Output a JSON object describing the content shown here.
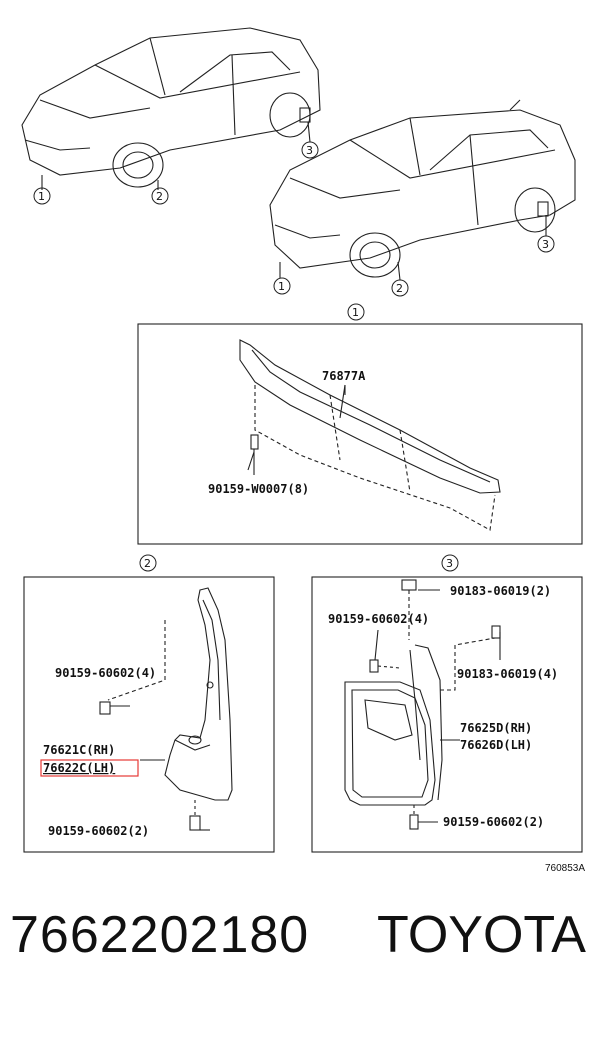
{
  "callouts": {
    "c1": "1",
    "c2": "2",
    "c3": "3"
  },
  "panel1": {
    "part_main": "76877A",
    "bolt": "90159-W0007(8)"
  },
  "panel2": {
    "bolt_top": "90159-60602(4)",
    "rh": "76621C(RH)",
    "lh": "76622C(LH)",
    "bolt_bottom": "90159-60602(2)",
    "highlight_color": "#e53935"
  },
  "panel3": {
    "clip_top": "90183-06019(2)",
    "bolt_top": "90159-60602(4)",
    "clip_mid": "90183-06019(4)",
    "rh": "76625D(RH)",
    "lh": "76626D(LH)",
    "bolt_bottom": "90159-60602(2)"
  },
  "diagram_ref": "760853A",
  "footer": {
    "part_number": "7662202180",
    "brand": "TOYOTA"
  }
}
